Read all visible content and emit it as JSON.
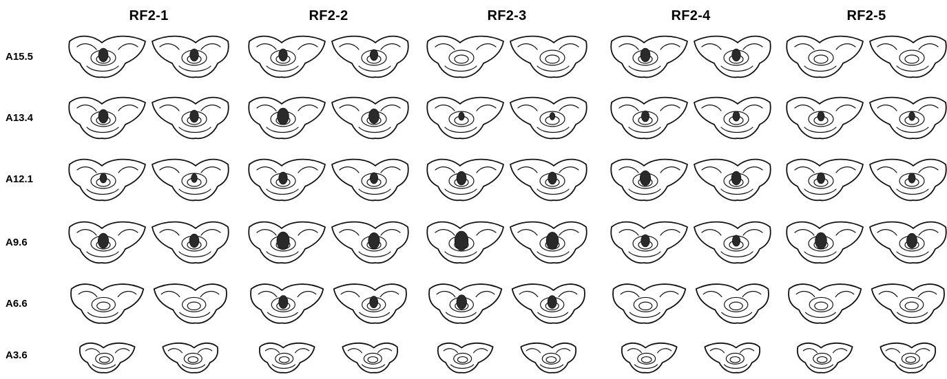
{
  "columns": [
    "RF2-1",
    "RF2-2",
    "RF2-3",
    "RF2-4",
    "RF2-5"
  ],
  "rows": [
    "A15.5",
    "A13.4",
    "A12.1",
    "A9.6",
    "A6.6",
    "A3.6"
  ],
  "colors": {
    "outline": "#111111",
    "lesion": "#2a2a2a",
    "background": "#ffffff"
  }
}
